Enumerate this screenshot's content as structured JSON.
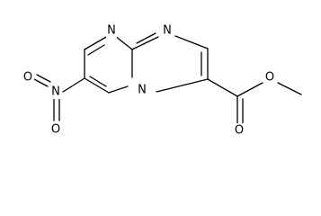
{
  "molecule": {
    "atoms": [
      {
        "id": "n_pyrimidine_top",
        "label": "N"
      },
      {
        "id": "n_imidazole",
        "label": "N"
      },
      {
        "id": "n_bridgehead",
        "label": "N"
      },
      {
        "id": "n_nitro",
        "label": "N"
      },
      {
        "id": "o_nitro_upper",
        "label": "O"
      },
      {
        "id": "o_nitro_lower",
        "label": "O"
      },
      {
        "id": "o_ester_single",
        "label": "O"
      },
      {
        "id": "o_ester_carbonyl",
        "label": "O"
      }
    ]
  }
}
